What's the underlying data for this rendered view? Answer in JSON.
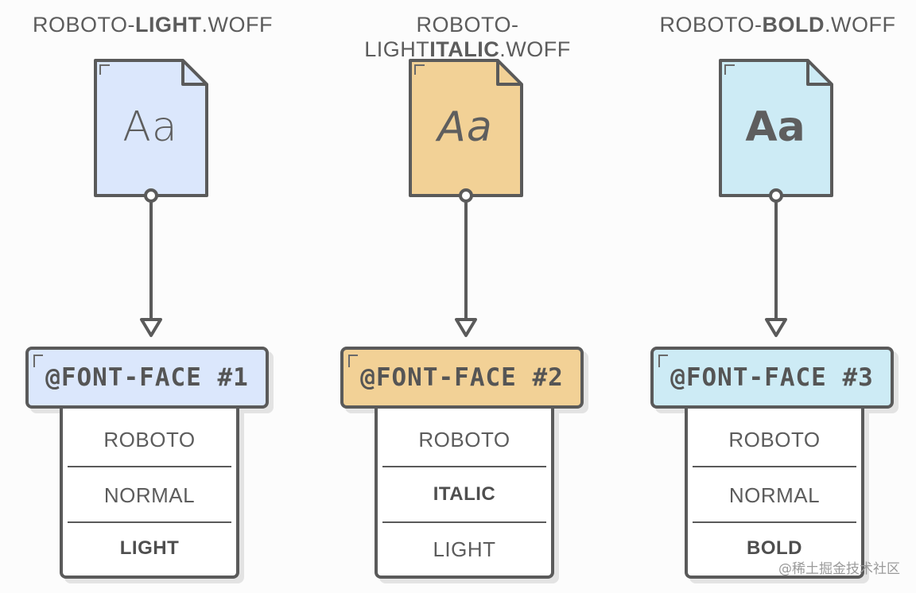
{
  "columns": [
    {
      "file_prefix": "ROBOTO-",
      "file_emphasis": "LIGHT",
      "file_suffix": ".WOFF",
      "sample": "Aa",
      "sample_style": "light",
      "file_color": "#dbe7fc",
      "face_label": "@FONT-FACE #1",
      "props": [
        {
          "text": "ROBOTO",
          "bold": false
        },
        {
          "text": "NORMAL",
          "bold": false
        },
        {
          "text": "LIGHT",
          "bold": true
        }
      ]
    },
    {
      "file_prefix": "ROBOTO-LIGHT",
      "file_emphasis": "ITALIC",
      "file_suffix": ".WOFF",
      "sample": "Aa",
      "sample_style": "italic",
      "file_color": "#f2d196",
      "face_label": "@FONT-FACE #2",
      "props": [
        {
          "text": "ROBOTO",
          "bold": false
        },
        {
          "text": "ITALIC",
          "bold": true
        },
        {
          "text": "LIGHT",
          "bold": false
        }
      ]
    },
    {
      "file_prefix": "ROBOTO-",
      "file_emphasis": "BOLD",
      "file_suffix": ".WOFF",
      "sample": "Aa",
      "sample_style": "bold",
      "file_color": "#cdebf5",
      "face_label": "@FONT-FACE #3",
      "props": [
        {
          "text": "ROBOTO",
          "bold": false
        },
        {
          "text": "NORMAL",
          "bold": false
        },
        {
          "text": "BOLD",
          "bold": true
        }
      ]
    }
  ],
  "colors": {
    "stroke": "#5a5a5a",
    "background": "#fcfcfc"
  },
  "watermark": "@稀土掘金技术社区"
}
